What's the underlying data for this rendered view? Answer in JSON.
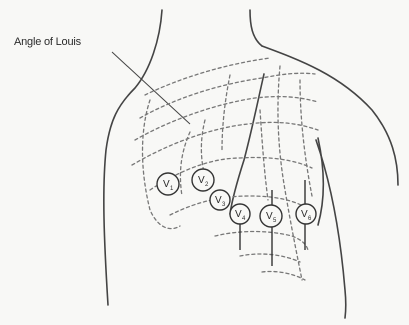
{
  "callout": {
    "text": "Angle of Louis"
  },
  "leads": [
    {
      "letter": "V",
      "sub": "1"
    },
    {
      "letter": "V",
      "sub": "2"
    },
    {
      "letter": "V",
      "sub": "3"
    },
    {
      "letter": "V",
      "sub": "4"
    },
    {
      "letter": "V",
      "sub": "5"
    },
    {
      "letter": "V",
      "sub": "6"
    }
  ]
}
